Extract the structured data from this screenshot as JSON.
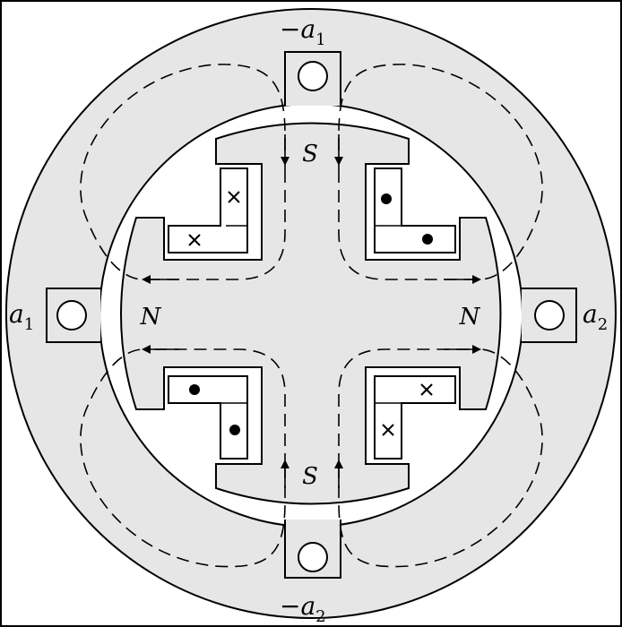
{
  "slot_labels": {
    "top": {
      "sign": "−",
      "symbol": "a",
      "index": "1"
    },
    "left": {
      "sign": "",
      "symbol": "a",
      "index": "1"
    },
    "right": {
      "sign": "",
      "symbol": "a",
      "index": "2"
    },
    "bottom": {
      "sign": "−",
      "symbol": "a",
      "index": "2"
    }
  },
  "pole_labels": {
    "top": "S",
    "bottom": "S",
    "left": "N",
    "right": "N"
  },
  "coil_markers": {
    "upper_left": "cross",
    "upper_right": "dot",
    "lower_left": "dot",
    "lower_right": "cross"
  },
  "colors": {
    "iron": "#e6e6e6",
    "air": "#ffffff",
    "line": "#000000"
  }
}
